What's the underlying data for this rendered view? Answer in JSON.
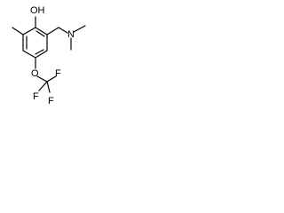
{
  "atoms": {
    "hydroxyl": "OH",
    "amine_n": "N",
    "ether_o": "O",
    "fluorine_top": "F",
    "fluorine_left": "F",
    "fluorine_bottom": "F"
  },
  "colors": {
    "bond": "#000000",
    "text": "#000000",
    "background": "#ffffff"
  }
}
